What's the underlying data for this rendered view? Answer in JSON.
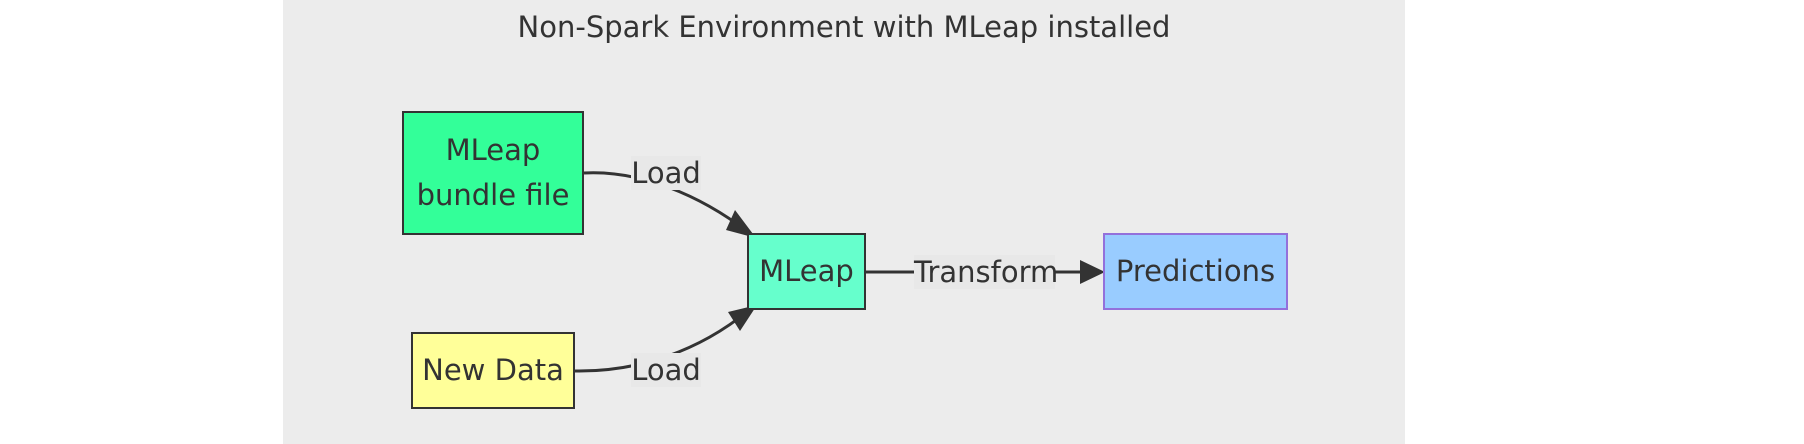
{
  "diagram": {
    "cluster": {
      "title": "Non-Spark Environment with MLeap installed",
      "fill": "#ececec"
    },
    "nodes": [
      {
        "id": "bundle",
        "label": "MLeap bundle file",
        "lines": [
          "MLeap",
          "bundle file"
        ],
        "fill": "#33ff99",
        "stroke": "#333333"
      },
      {
        "id": "newdata",
        "label": "New Data",
        "fill": "#ffff99",
        "stroke": "#333333"
      },
      {
        "id": "mleap",
        "label": "MLeap",
        "fill": "#66ffcc",
        "stroke": "#333333"
      },
      {
        "id": "predictions",
        "label": "Predictions",
        "fill": "#99ccff",
        "stroke": "#9370db"
      }
    ],
    "edges": [
      {
        "from": "bundle",
        "to": "mleap",
        "label": "Load"
      },
      {
        "from": "newdata",
        "to": "mleap",
        "label": "Load"
      },
      {
        "from": "mleap",
        "to": "predictions",
        "label": "Transform"
      }
    ],
    "edge_color": "#333333"
  }
}
